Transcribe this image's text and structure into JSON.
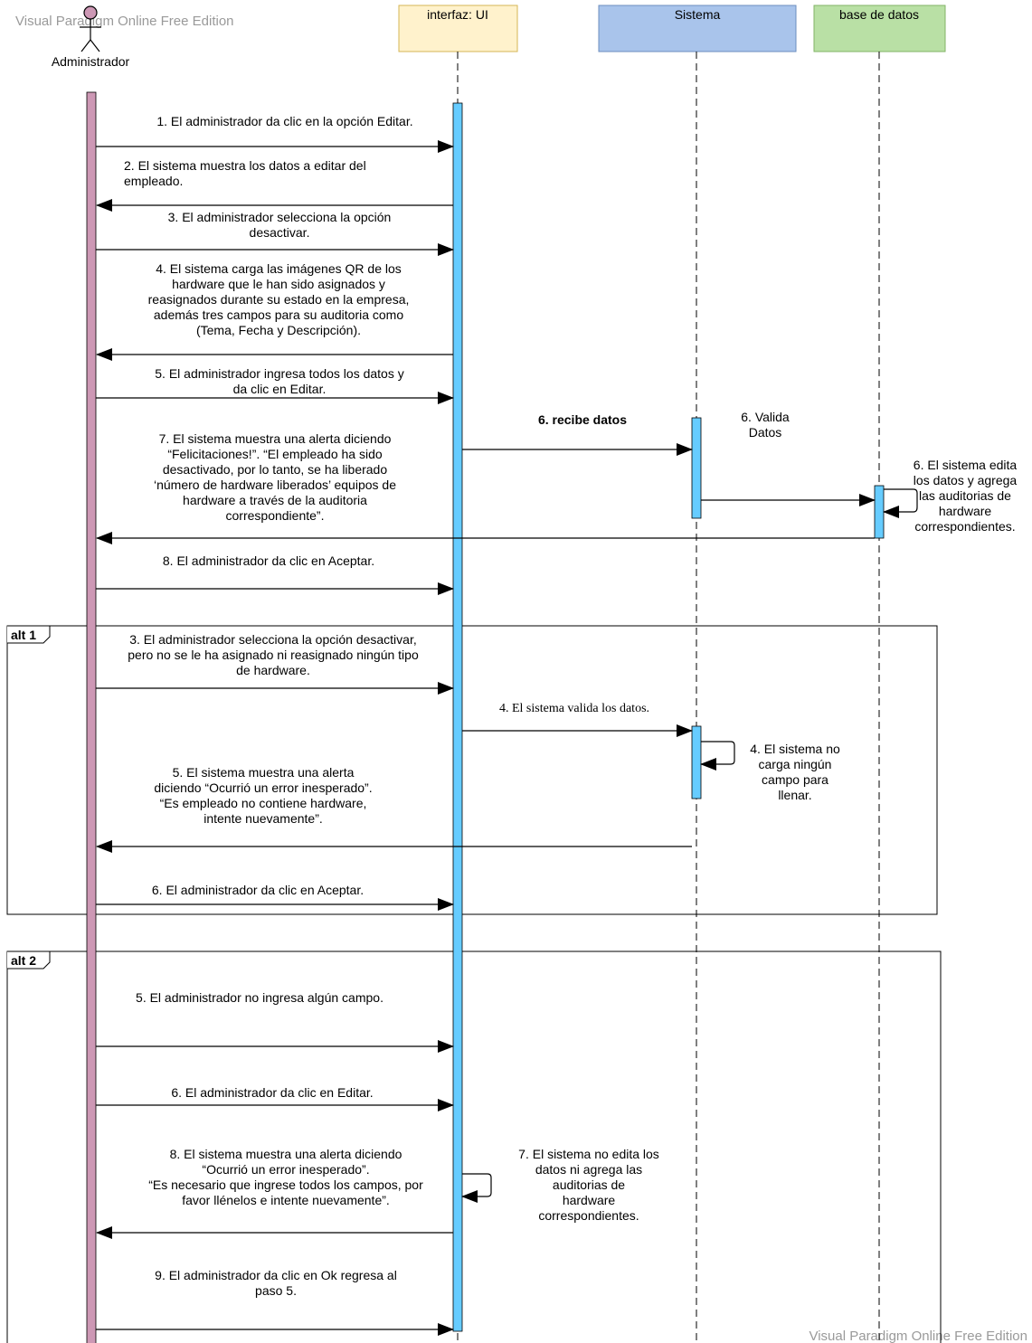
{
  "watermark": {
    "top_left": "Visual Paradigm Online Free Edition",
    "bottom_right": "Visual Paradigm Online Free Edition"
  },
  "colors": {
    "ui_header": "#fff2cc",
    "ui_border": "#d6b656",
    "sistema_header": "#a9c4eb",
    "sistema_border": "#6c8ebf",
    "db_header": "#b9e0a5",
    "db_border": "#82b366",
    "admin_activation": "#cd98b5",
    "activation": "#66ccff"
  },
  "actor": {
    "name": "Administrador",
    "icon": "stick-figure-actor-icon"
  },
  "lifelines": [
    {
      "key": "ui",
      "label": "interfaz: UI"
    },
    {
      "key": "sistema",
      "label": "Sistema"
    },
    {
      "key": "db",
      "label": "base de datos"
    }
  ],
  "fragments": [
    {
      "label": "alt 1"
    },
    {
      "label": "alt 2"
    }
  ],
  "messages": [
    {
      "key": "m1",
      "lines": [
        "1.   El administrador da clic en la opción Editar."
      ]
    },
    {
      "key": "m2",
      "lines": [
        "2. El sistema muestra los datos a editar del",
        "empleado."
      ]
    },
    {
      "key": "m3",
      "lines": [
        "3. El administrador selecciona la opción",
        "desactivar."
      ]
    },
    {
      "key": "m4",
      "lines": [
        "4. El sistema carga las imágenes QR de los",
        "hardware que le han sido asignados y",
        "reasignados durante su estado en la empresa,",
        "además tres campos para su auditoria como",
        "(Tema, Fecha y Descripción)."
      ]
    },
    {
      "key": "m5",
      "lines": [
        "5. El administrador ingresa todos los datos y",
        "da clic en Editar."
      ]
    },
    {
      "key": "m6a",
      "lines": [
        "6. recibe datos"
      ]
    },
    {
      "key": "m6b",
      "lines": [
        "6. Valida",
        "Datos"
      ]
    },
    {
      "key": "m6c",
      "lines": [
        "6. El sistema edita",
        "los datos y agrega",
        "las auditorias de",
        "hardware",
        "correspondientes."
      ]
    },
    {
      "key": "m7",
      "lines": [
        "7. El sistema muestra una alerta diciendo",
        "“Felicitaciones!”. “El empleado ha sido",
        "desactivado, por lo tanto, se ha liberado",
        "‘número de hardware liberados’ equipos de",
        "hardware a través de la auditoria",
        "correspondiente”."
      ]
    },
    {
      "key": "m8",
      "lines": [
        "8. El administrador da clic en Aceptar."
      ]
    },
    {
      "key": "a1m3",
      "lines": [
        "3. El administrador selecciona la opción desactivar,",
        "pero no se le ha asignado ni reasignado ningún tipo",
        "de hardware."
      ]
    },
    {
      "key": "a1m4",
      "lines": [
        "4. El sistema valida los datos."
      ]
    },
    {
      "key": "a1m4b",
      "lines": [
        "4. El sistema no",
        "carga ningún",
        "campo para",
        "llenar."
      ]
    },
    {
      "key": "a1m5",
      "lines": [
        "5. El sistema muestra una alerta",
        "diciendo  “Ocurrió un error inesperado”.",
        "“Es empleado no contiene hardware,",
        "intente nuevamente”."
      ]
    },
    {
      "key": "a1m6",
      "lines": [
        "6. El administrador da clic en Aceptar."
      ]
    },
    {
      "key": "a2m5",
      "lines": [
        "5. El administrador no ingresa algún campo."
      ]
    },
    {
      "key": "a2m6",
      "lines": [
        "6.   El administrador da clic en Editar."
      ]
    },
    {
      "key": "a2m7",
      "lines": [
        "7.  El sistema no edita los",
        "datos ni agrega las",
        "auditorias de",
        "hardware",
        "correspondientes."
      ]
    },
    {
      "key": "a2m8",
      "lines": [
        "8.  El sistema muestra una alerta diciendo",
        "“Ocurrió un error inesperado”.",
        "“Es necesario que ingrese todos los campos, por",
        "favor llénelos e intente nuevamente”."
      ]
    },
    {
      "key": "a2m9",
      "lines": [
        "9.  El administrador da clic en Ok regresa al",
        "paso 5."
      ]
    }
  ]
}
